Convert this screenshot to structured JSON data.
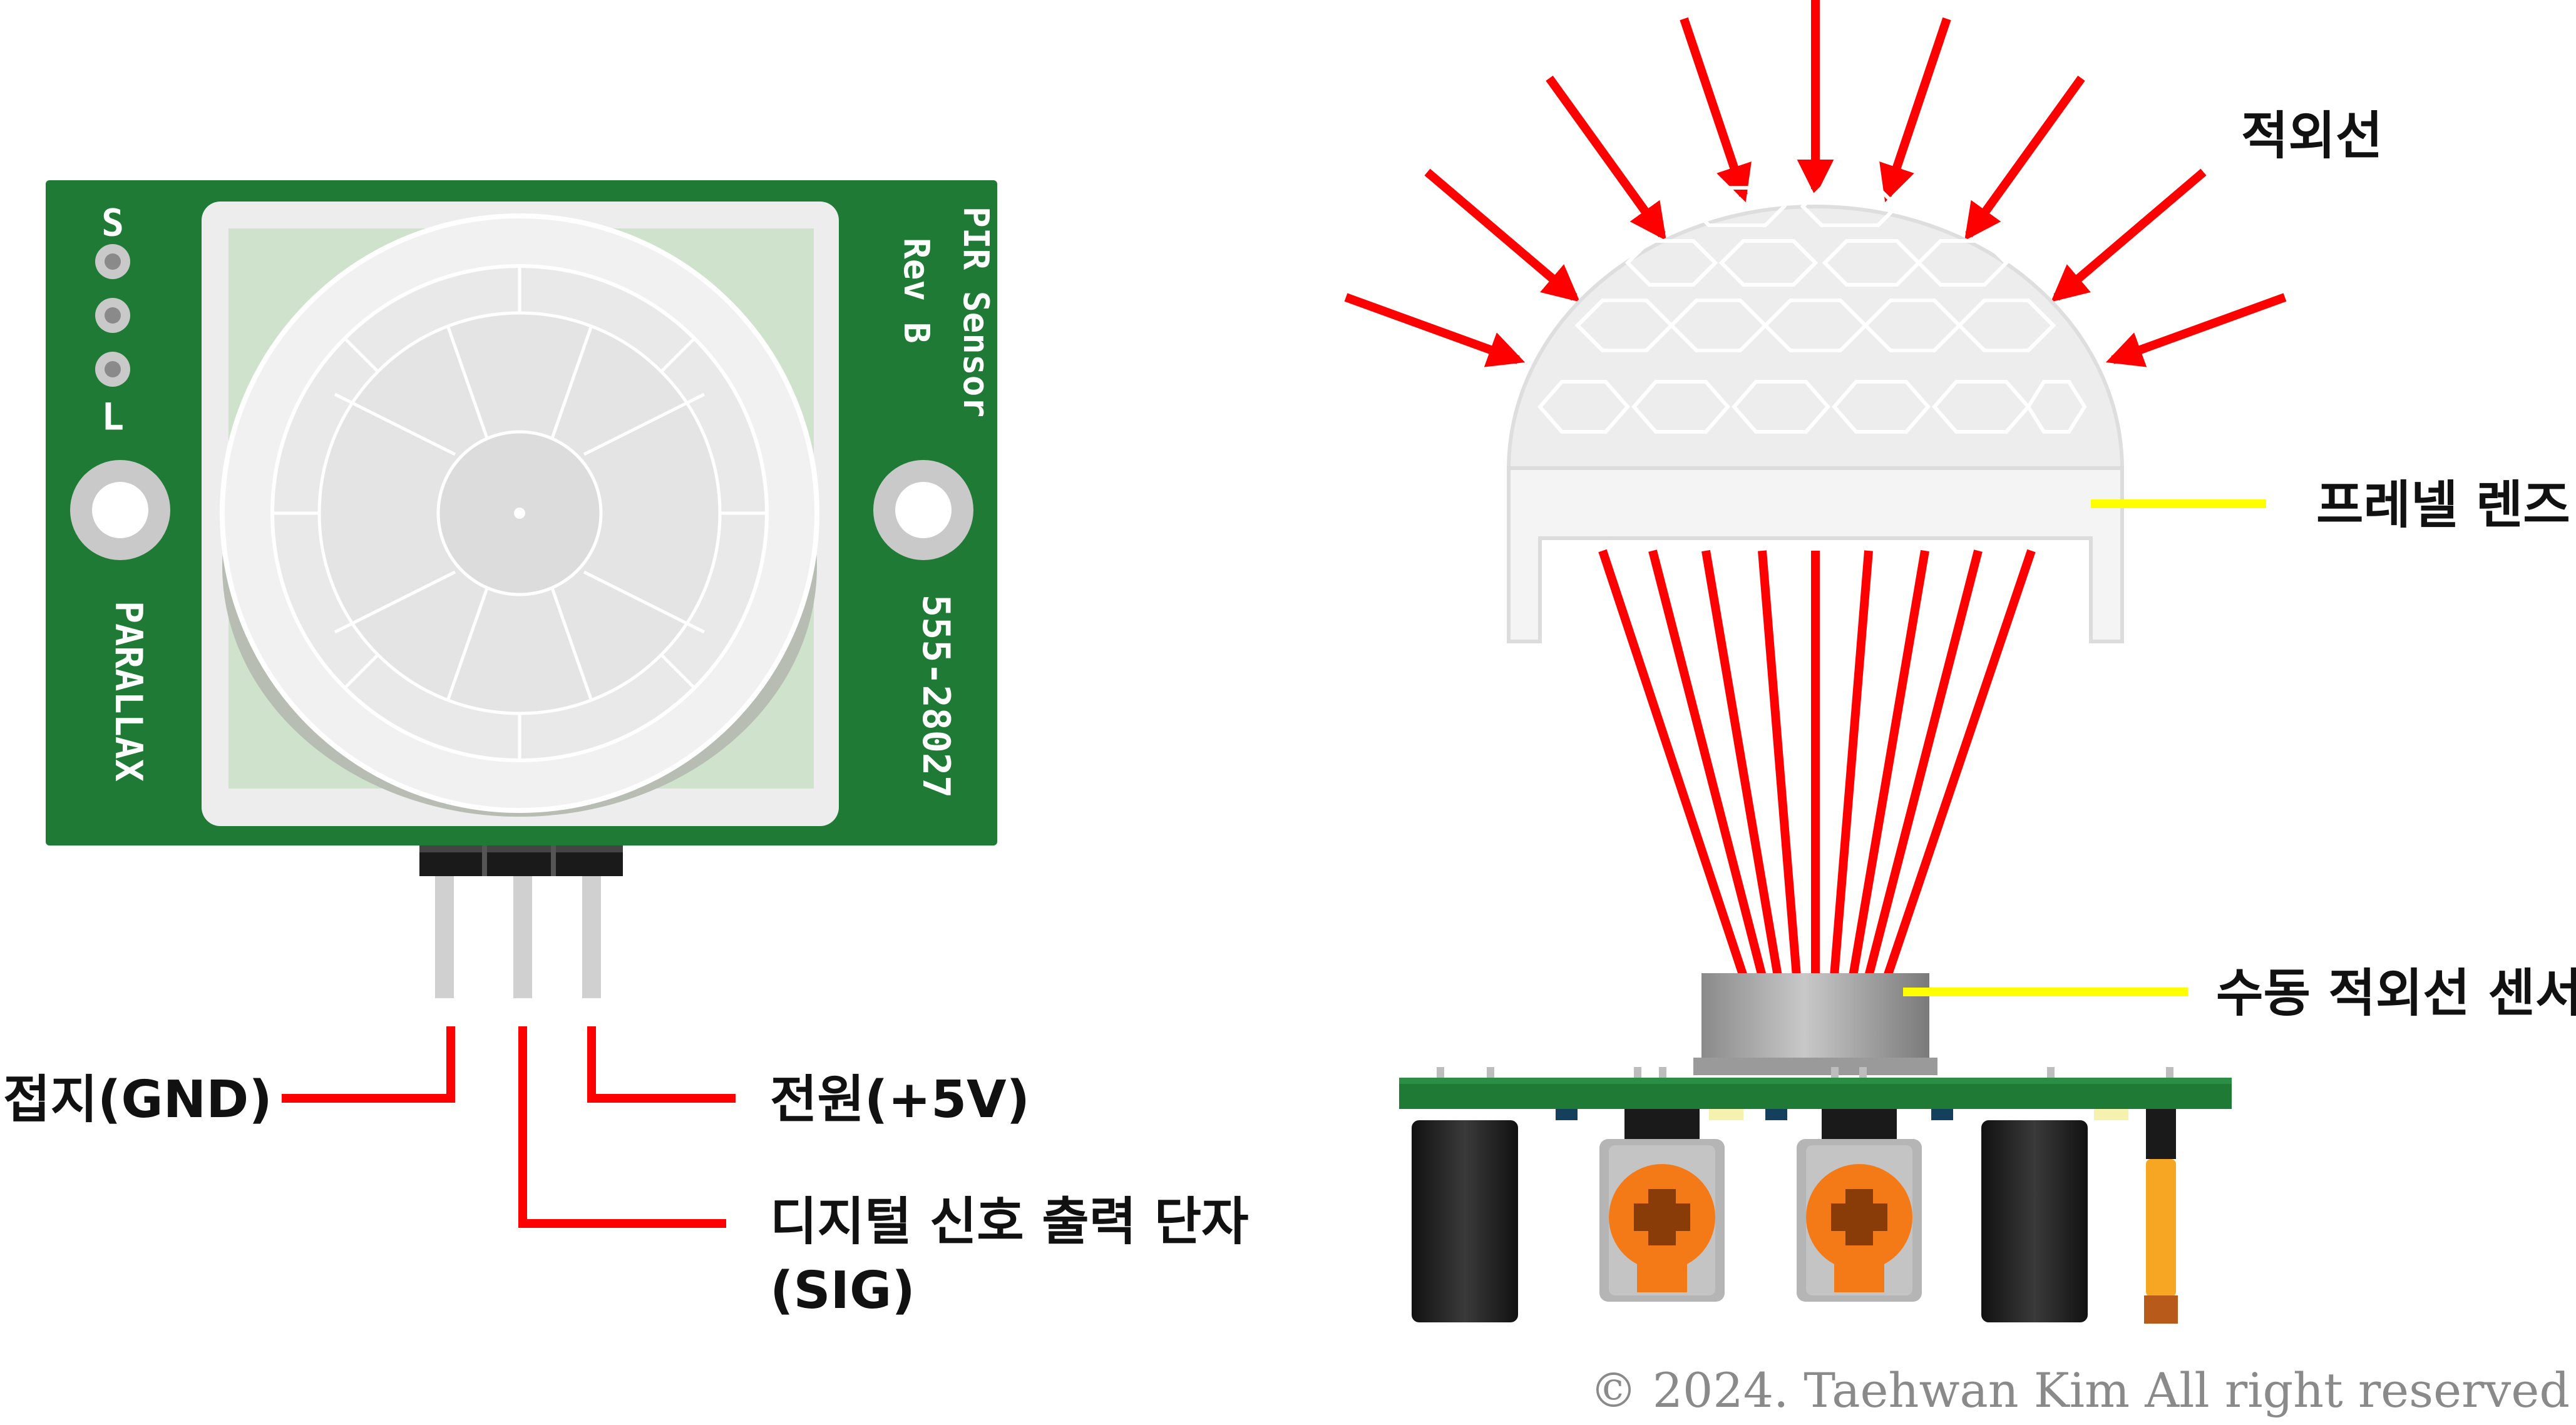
{
  "colors": {
    "pcb_green": "#1e7a35",
    "pcb_green_dark": "#17652a",
    "arrow_red": "#ff0000",
    "pointer_yellow": "#ffff00",
    "lens_white": "#eeeeee",
    "trimmer_orange": "#f47a18"
  },
  "pir_module": {
    "pin_labels": [
      "S",
      "L"
    ],
    "title_line1": "PIR Sensor",
    "title_line2": "Rev B",
    "brand": "PARALLAX",
    "part_number": "555-28027"
  },
  "pin_callouts": {
    "gnd": "접지(GND)",
    "power": "전원(+5V)",
    "sig_line1": "디지털 신호 출력 단자",
    "sig_line2": "(SIG)"
  },
  "side_view": {
    "infrared_label": "적외선",
    "fresnel_lens_label": "프레넬 렌즈",
    "sensor_label": "수동 적외선 센서"
  },
  "copyright": "© 2024. Taehwan Kim All right reserved"
}
